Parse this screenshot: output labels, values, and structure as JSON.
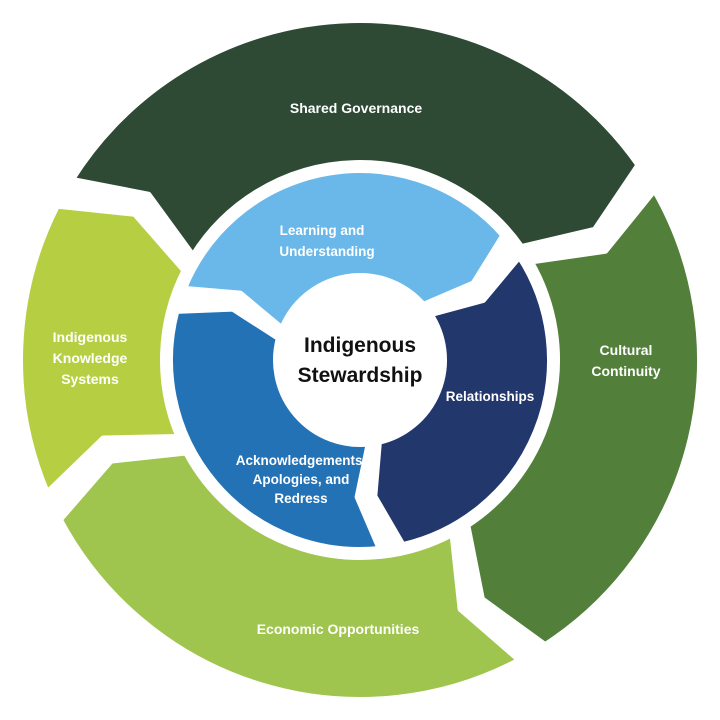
{
  "colors": {
    "shared_governance": "#2e4a34",
    "cultural_continuity": "#527f3a",
    "economic_opportunities": "#9fc54e",
    "indigenous_knowledge": "#b6cf42",
    "learning": "#6ab8ea",
    "relationships": "#22386c",
    "acknowledgements": "#2472b6",
    "center": "#ffffff",
    "gap": "#ffffff"
  },
  "center": {
    "line1": "Indigenous",
    "line2": "Stewardship"
  },
  "outer": {
    "shared_governance": "Shared Governance",
    "cultural_continuity": {
      "line1": "Cultural",
      "line2": "Continuity"
    },
    "economic_opportunities": "Economic Opportunities",
    "indigenous_knowledge": {
      "line1": "Indigenous",
      "line2": "Knowledge",
      "line3": "Systems"
    }
  },
  "inner": {
    "learning": {
      "line1": "Learning and",
      "line2": "Understanding"
    },
    "relationships": "Relationships",
    "acknowledgements": {
      "line1": "Acknowledgements,",
      "line2": "Apologies, and",
      "line3": "Redress"
    }
  }
}
